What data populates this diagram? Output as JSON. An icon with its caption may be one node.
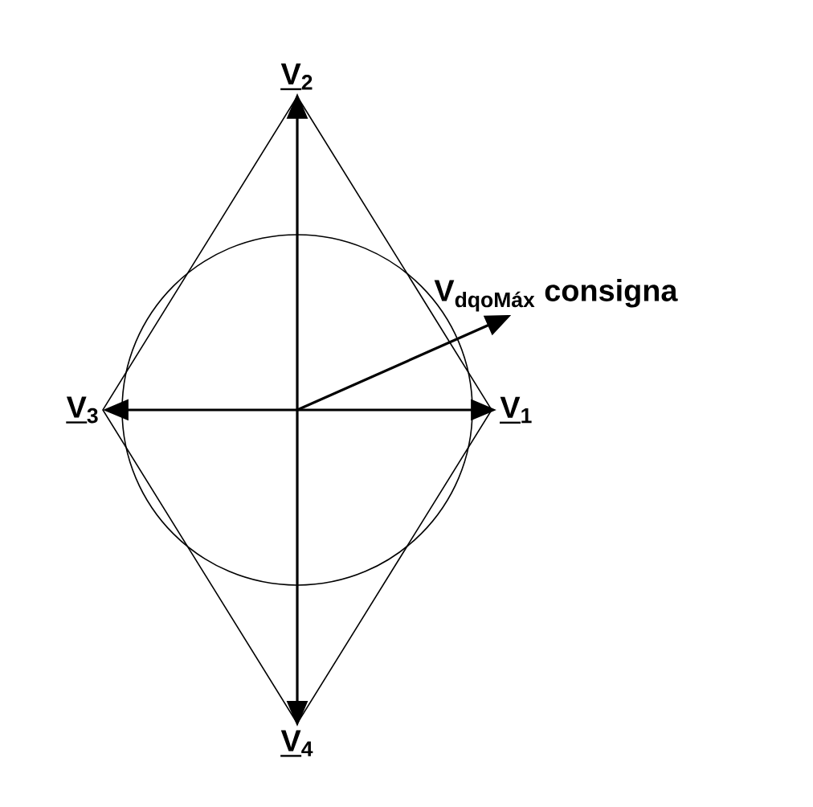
{
  "diagram": {
    "nodes": [
      {
        "text": [
          "V$_{1}$"
        ]
      },
      {
        "text": [
          "V$_{2}$"
        ]
      },
      {
        "text": [
          "V$_{3}$"
        ]
      },
      {
        "text": [
          "V$_{4}$"
        ]
      },
      {
        "text": [
          "V$_{dqoMáx}$ consigna"
        ]
      }
    ],
    "edges": [
      {
        "from": null,
        "to": 0,
        "arrow": "to"
      },
      {
        "from": null,
        "to": 1,
        "arrow": "to"
      },
      {
        "from": null,
        "to": 2,
        "arrow": "to"
      },
      {
        "from": null,
        "to": 3,
        "arrow": "to"
      },
      {
        "from": null,
        "to": 4,
        "arrow": "to"
      }
    ]
  }
}
